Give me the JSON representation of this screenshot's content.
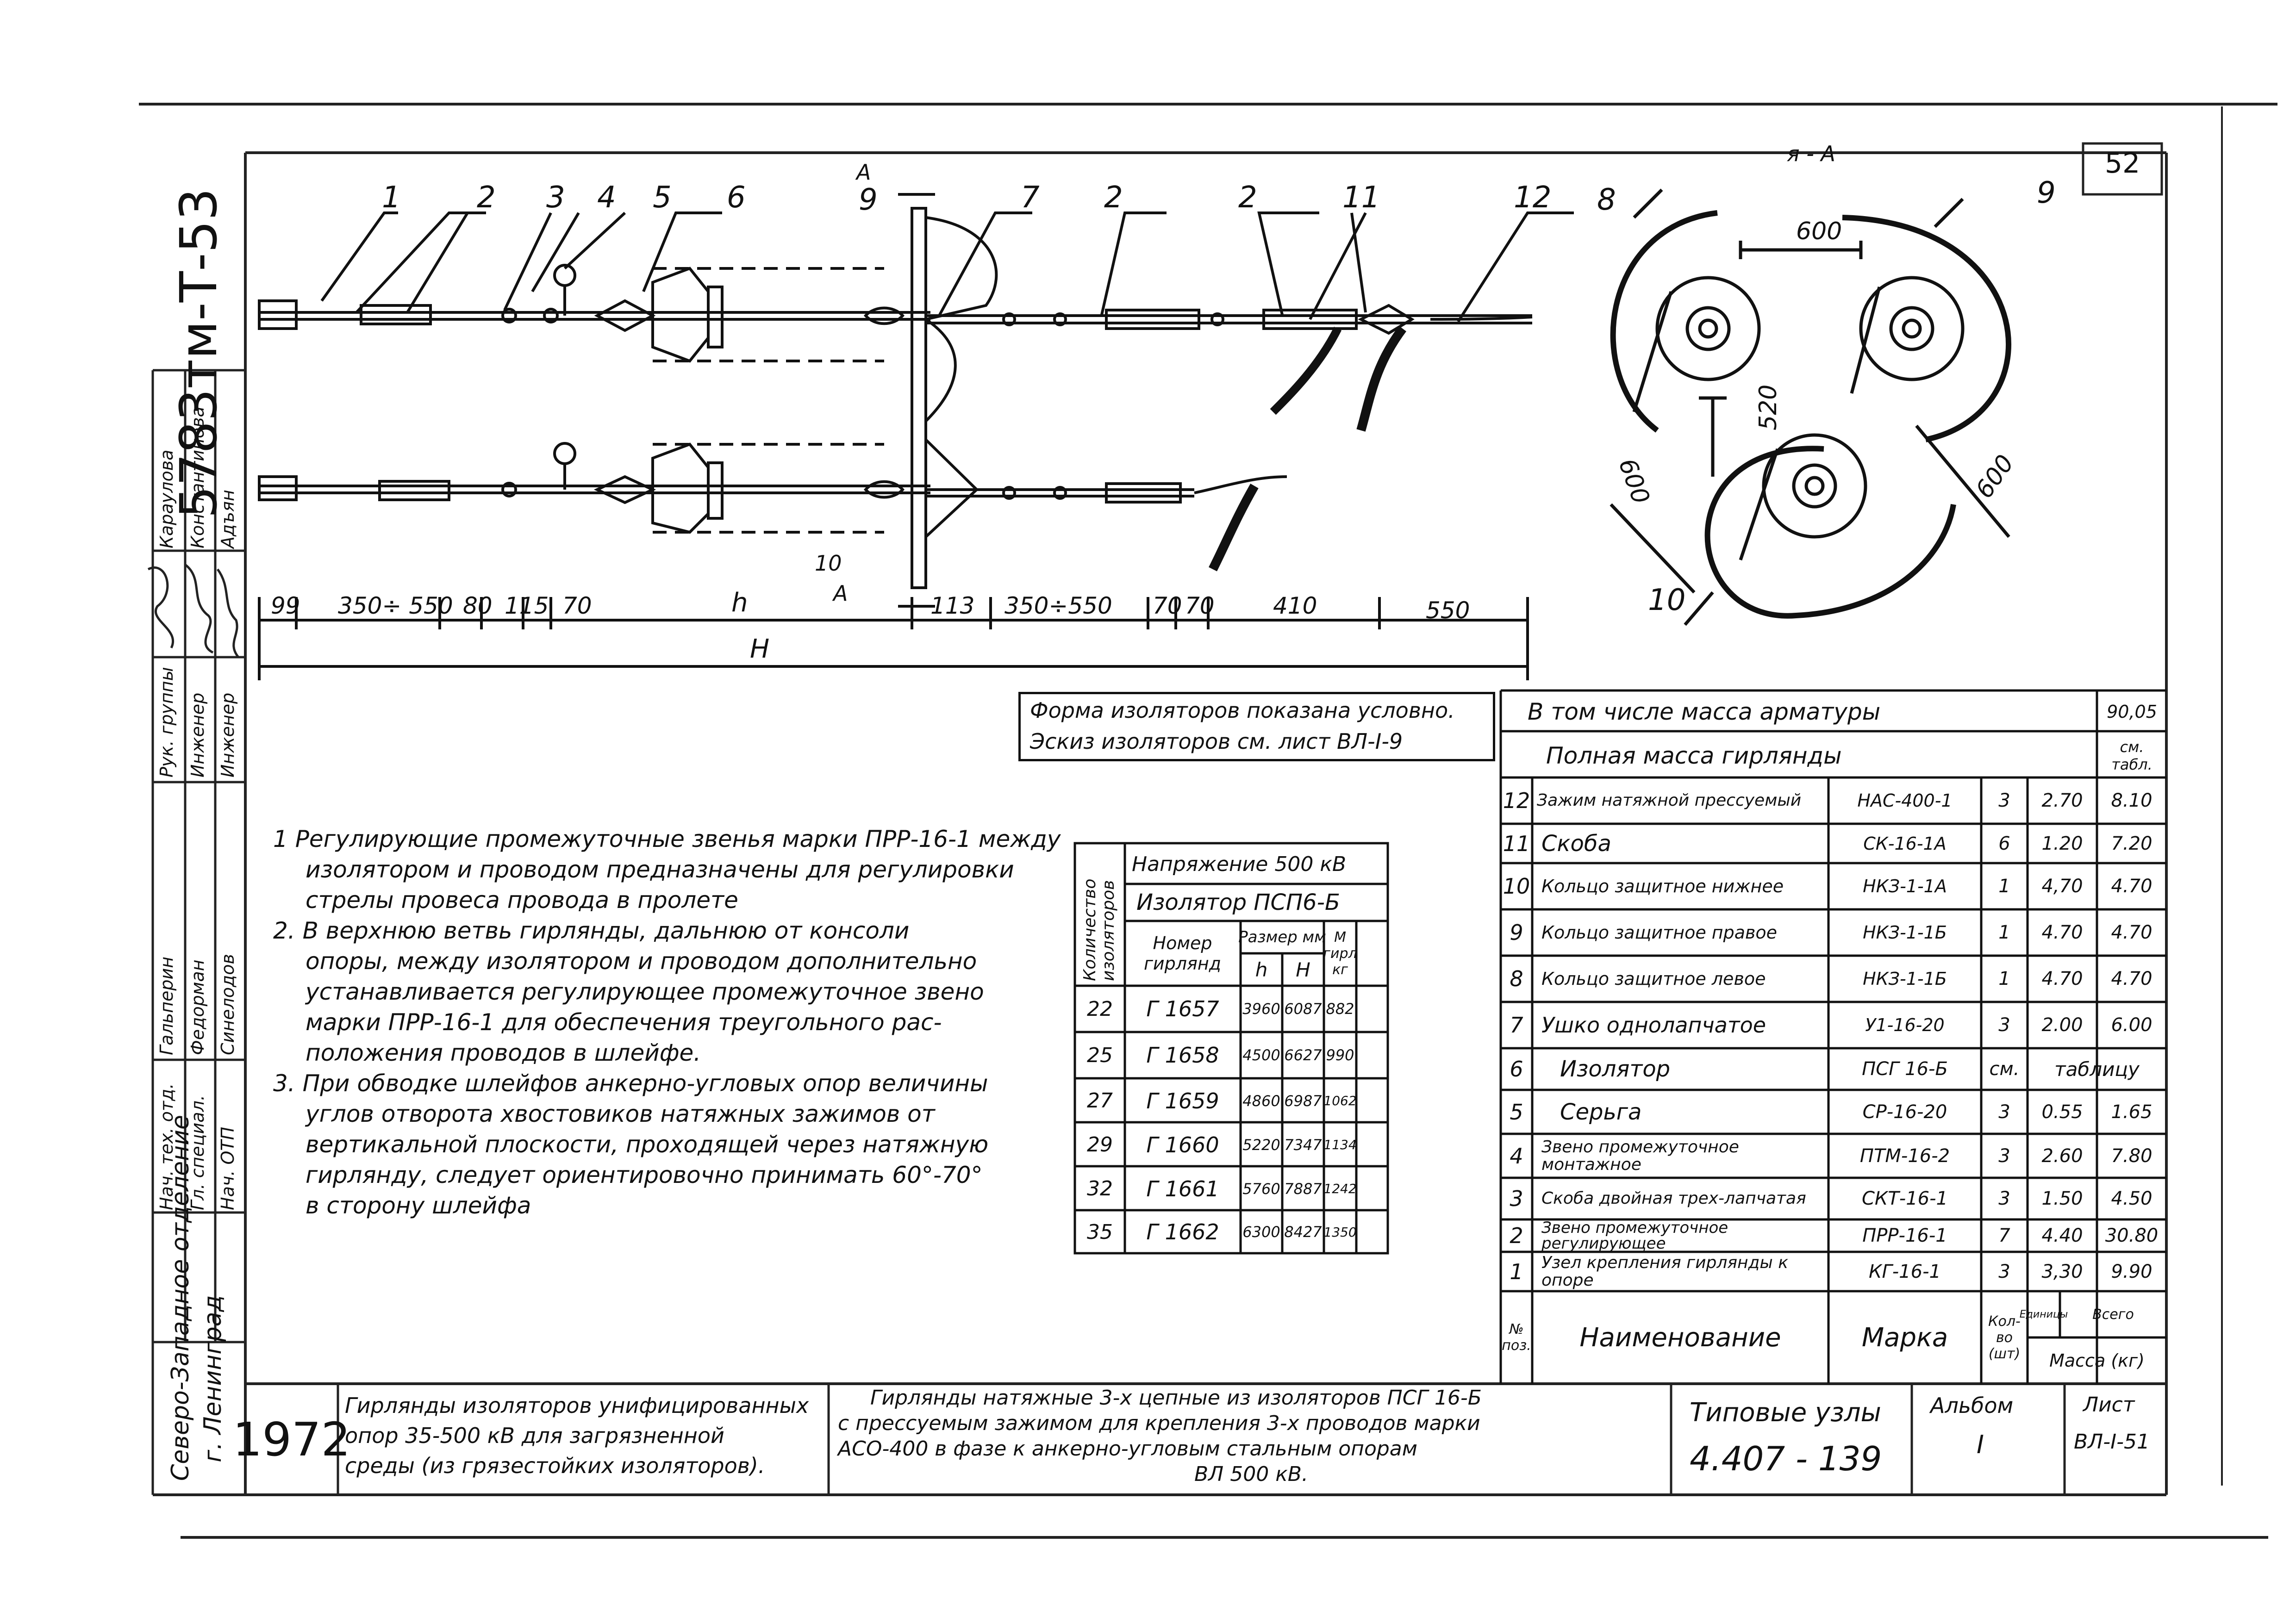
{
  "sheet_number": "52",
  "doc_code": "5783тм-Т-53",
  "section_label": "я - А",
  "section_marker": "А",
  "callouts_left": [
    "1",
    "2",
    "3",
    "4",
    "5",
    "6",
    "9",
    "7",
    "2",
    "2",
    "11",
    "12"
  ],
  "callouts_right": [
    "8",
    "9",
    "10"
  ],
  "callout_bottom": "10",
  "dimensions": {
    "bottom_row": [
      "99",
      "350÷ 550",
      "80",
      "115",
      "70",
      "h",
      "113",
      "350÷550",
      "70",
      "70",
      "410",
      "550"
    ],
    "total": "Н",
    "right_view": [
      "600",
      "520",
      "600",
      "600"
    ]
  },
  "insulator_note": [
    "Форма изоляторов показана условно.",
    "Эскиз изоляторов см. лист ВЛ-I-9"
  ],
  "notes": [
    "1 Регулирующие промежуточные звенья марки ПРР-16-1 между",
    "изолятором и проводом предназначены для регулировки",
    "стрелы провеса провода в пролете",
    "2. В верхнюю ветвь гирлянды, дальнюю от консоли",
    "опоры, между изолятором и проводом дополнительно",
    "устанавливается регулирующее промежуточное звено",
    "марки ПРР-16-1 для обеспечения треугольного рас-",
    "положения проводов в шлейфе.",
    "3. При обводке шлейфов анкерно-угловых опор величины",
    "углов отворота хвостовиков натяжных зажимов от",
    "вертикальной плоскости, проходящей через натяжную",
    "гирлянду, следует ориентировочно принимать 60°-70°",
    "в сторону шлейфа"
  ],
  "insulator_table": {
    "qty_header": "Количество изоляторов",
    "voltage_header": "Напряжение 500 кВ",
    "insulator_header": "Изолятор ПСП6-Б",
    "col_number": "Номер гирлянд",
    "col_size": "Размер мм",
    "col_h": "h",
    "col_H": "Н",
    "col_mass": "М гирл кг",
    "rows": [
      {
        "qty": "22",
        "num": "Г 1657",
        "h": "3960",
        "H": "6087",
        "m": "882"
      },
      {
        "qty": "25",
        "num": "Г 1658",
        "h": "4500",
        "H": "6627",
        "m": "990"
      },
      {
        "qty": "27",
        "num": "Г 1659",
        "h": "4860",
        "H": "6987",
        "m": "1062"
      },
      {
        "qty": "29",
        "num": "Г 1660",
        "h": "5220",
        "H": "7347",
        "m": "1134"
      },
      {
        "qty": "32",
        "num": "Г 1661",
        "h": "5760",
        "H": "7887",
        "m": "1242"
      },
      {
        "qty": "35",
        "num": "Г 1662",
        "h": "6300",
        "H": "8427",
        "m": "1350"
      }
    ]
  },
  "spec_table": {
    "mass_fittings_label": "В том числе масса арматуры",
    "mass_fittings_value": "90,05",
    "mass_total_label": "Полная масса гирлянды",
    "mass_total_value": "см. табл.",
    "rows": [
      {
        "pos": "12",
        "name": "Зажим натяжной прессуемый",
        "mark": "НАС-400-1",
        "qty": "3",
        "unit": "2.70",
        "total": "8.10"
      },
      {
        "pos": "11",
        "name": "Скоба",
        "mark": "СК-16-1А",
        "qty": "6",
        "unit": "1.20",
        "total": "7.20"
      },
      {
        "pos": "10",
        "name": "Кольцо защитное нижнее",
        "mark": "НКЗ-1-1А",
        "qty": "1",
        "unit": "4,70",
        "total": "4.70"
      },
      {
        "pos": "9",
        "name": "Кольцо защитное правое",
        "mark": "НКЗ-1-1Б",
        "qty": "1",
        "unit": "4.70",
        "total": "4.70"
      },
      {
        "pos": "8",
        "name": "Кольцо защитное левое",
        "mark": "НКЗ-1-1Б",
        "qty": "1",
        "unit": "4.70",
        "total": "4.70"
      },
      {
        "pos": "7",
        "name": "Ушко однолапчатое",
        "mark": "У1-16-20",
        "qty": "3",
        "unit": "2.00",
        "total": "6.00"
      },
      {
        "pos": "6",
        "name": "Изолятор",
        "mark": "ПСГ 16-Б",
        "qty": "см.",
        "unit": "таблицу",
        "total": ""
      },
      {
        "pos": "5",
        "name": "Серьга",
        "mark": "СР-16-20",
        "qty": "3",
        "unit": "0.55",
        "total": "1.65"
      },
      {
        "pos": "4",
        "name": "Звено промежуточное монтажное",
        "mark": "ПТМ-16-2",
        "qty": "3",
        "unit": "2.60",
        "total": "7.80"
      },
      {
        "pos": "3",
        "name": "Скоба двойная трех-лапчатая",
        "mark": "СКТ-16-1",
        "qty": "3",
        "unit": "1.50",
        "total": "4.50"
      },
      {
        "pos": "2",
        "name": "Звено промежуточное регулирующее",
        "mark": "ПРР-16-1",
        "qty": "7",
        "unit": "4.40",
        "total": "30.80"
      },
      {
        "pos": "1",
        "name": "Узел крепления гирлянды к опоре",
        "mark": "КГ-16-1",
        "qty": "3",
        "unit": "3,30",
        "total": "9.90"
      }
    ],
    "header_pos": "№ поз.",
    "header_name": "Наименование",
    "header_mark": "Марка",
    "header_qty": "Кол-во (шт)",
    "header_unit": "Единицы",
    "header_total": "Всего",
    "header_mass": "Масса (кг)"
  },
  "stamp": {
    "year": "1972",
    "title_left": [
      "Гирлянды изоляторов унифицированных",
      "опор 35-500 кВ для загрязненной",
      "среды (из грязестойких изоляторов)."
    ],
    "title_center": [
      "Гирлянды натяжные 3-х цепные из изоляторов ПСГ 16-Б",
      "с прессуемым зажимом для крепления 3-х проводов марки",
      "АСО-400 в фазе к анкерно-угловым стальным опорам",
      "ВЛ 500 кВ."
    ],
    "typical_label": "Типовые узлы",
    "typical_number": "4.407 - 139",
    "album_label": "Альбом",
    "album_value": "I",
    "sheet_label": "Лист",
    "sheet_value": "ВЛ-I-51"
  },
  "side_block": {
    "org": [
      "Северо-Западное отделение",
      "г. Ленинград"
    ],
    "roles": [
      "Нач. тех. отд.",
      "Гл. специал.",
      "Нач. ОТП",
      "Рук. группы",
      "Инженер",
      "Инженер"
    ],
    "names": [
      "Гальперин",
      "Федорман",
      "Синелодов",
      "Караулова",
      "Константинова",
      "Адъян"
    ]
  }
}
